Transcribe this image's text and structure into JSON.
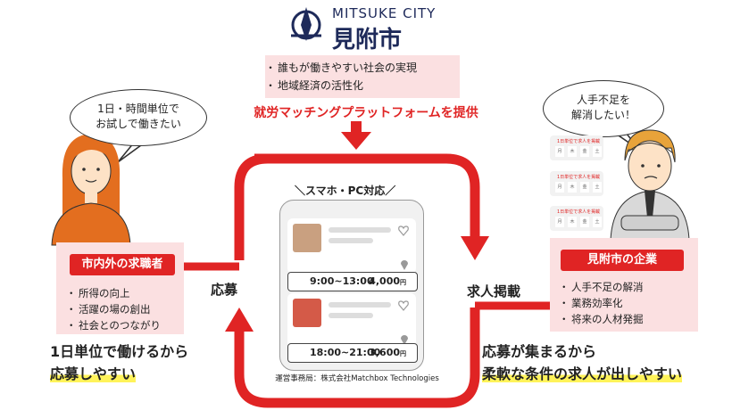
{
  "header": {
    "city_en": "MITSUKE CITY",
    "city_jp": "見附市"
  },
  "goals": [
    "誰もが働きやすい社会の実現",
    "地域経済の活性化"
  ],
  "provide_text": "就労マッチングプラットフォームを提供",
  "seeker_bubble": [
    "1日・時間単位で",
    "お試しで働きたい"
  ],
  "company_bubble": [
    "人手不足を",
    "解消したい！"
  ],
  "seeker": {
    "label": "市内外の求職者",
    "benefits": [
      "所得の向上",
      "活躍の場の創出",
      "社会とのつながり"
    ]
  },
  "company": {
    "label": "見附市の企業",
    "benefits": [
      "人手不足の解消",
      "業務効率化",
      "将来の人材発掘"
    ]
  },
  "flow": {
    "apply": "応募",
    "post": "求人掲載"
  },
  "phone": {
    "title": "＼スマホ・PC対応／",
    "jobs": [
      {
        "time": "9:00~13:00",
        "wage": "4,000",
        "unit": "円"
      },
      {
        "time": "18:00~21:00",
        "wage": "3,600",
        "unit": "円"
      }
    ],
    "operator": "運営事務局：株式会社Matchbox Technologies"
  },
  "mini_postings": {
    "head": "1日単位で求人を掲載",
    "days": [
      "月",
      "木",
      "金",
      "土"
    ]
  },
  "bottom_left": {
    "line1": "1日単位で働けるから",
    "line2": "応募しやすい"
  },
  "bottom_right": {
    "line1": "応募が集まるから",
    "line2": "柔軟な条件の求人が出しやすい"
  },
  "colors": {
    "accent_red": "#e02424",
    "pink_box": "#fbe0e1",
    "navy": "#1e2a5a",
    "highlight": "#fff35a"
  }
}
